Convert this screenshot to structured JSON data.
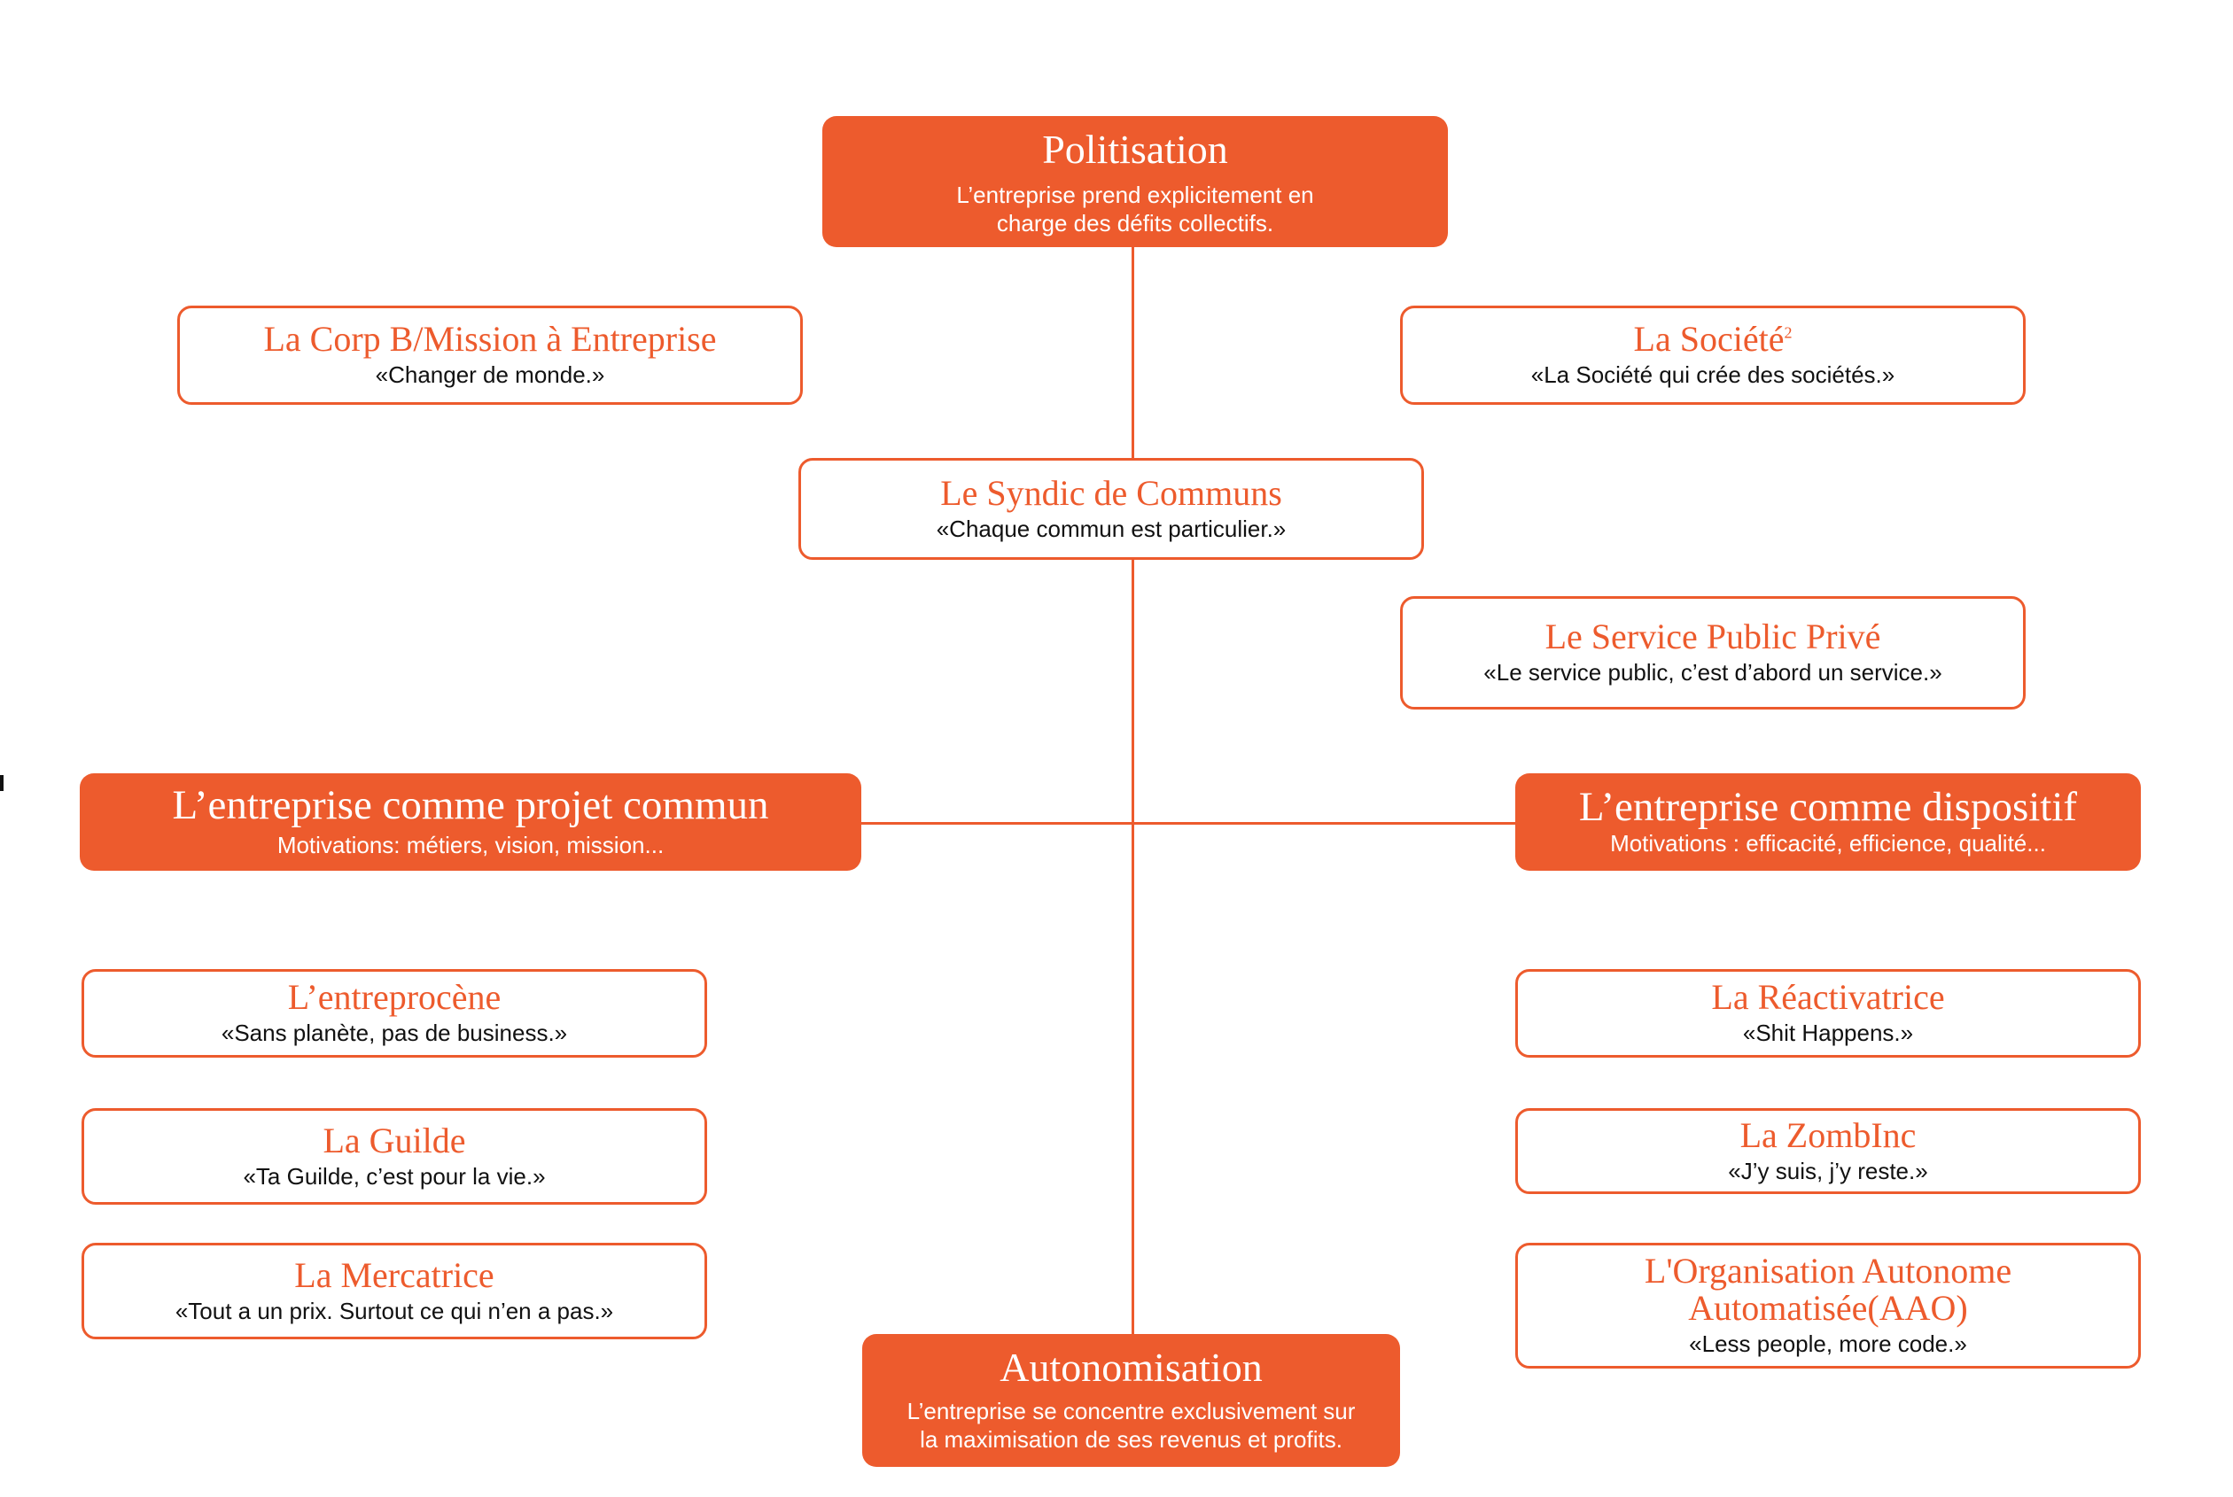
{
  "colors": {
    "accent": "#ed5b2d",
    "text": "#111111",
    "background": "#ffffff"
  },
  "poles": {
    "top": {
      "title": "Politisation",
      "description_line1": "L’entreprise prend explicitement en",
      "description_line2": "charge des défits collectifs."
    },
    "bottom": {
      "title": "Autonomisation",
      "description_line1": "L’entreprise se concentre exclusivement sur",
      "description_line2": "la maximisation de ses revenus et profits."
    }
  },
  "axis": {
    "left": {
      "title": "L’entreprise comme projet commun",
      "motivations": "Motivations: métiers, vision, mission..."
    },
    "right": {
      "title": "L’entreprise comme dispositif",
      "motivations": "Motivations : efficacité, efficience, qualité..."
    }
  },
  "archetypes": {
    "corp_b": {
      "title": "La Corp B/Mission à Entreprise",
      "quote": "«Changer de monde.»"
    },
    "societe": {
      "title": "La Société",
      "superscript": "2",
      "quote": "«La Société qui crée des sociétés.»"
    },
    "syndic": {
      "title": "Le Syndic de Communs",
      "quote": "«Chaque commun est particulier.»"
    },
    "service_public": {
      "title": "Le Service Public Privé",
      "quote": "«Le service public, c’est d’abord un service.»"
    },
    "entreprocene": {
      "title": "L’entreprocène",
      "quote": "«Sans planète, pas de business.»"
    },
    "guilde": {
      "title": "La Guilde",
      "quote": "«Ta Guilde, c’est pour la vie.»"
    },
    "mercatrice": {
      "title": "La Mercatrice",
      "quote": "«Tout a un prix. Surtout ce qui n’en a pas.»"
    },
    "reactivatrice": {
      "title": "La Réactivatrice",
      "quote": "«Shit Happens.»"
    },
    "zombinc": {
      "title": "La ZombInc",
      "quote": "«J’y suis, j’y reste.»"
    },
    "aao": {
      "title_line1": "L'Organisation Autonome",
      "title_line2": "Automatisée(AAO)",
      "quote": "«Less people, more code.»"
    }
  }
}
